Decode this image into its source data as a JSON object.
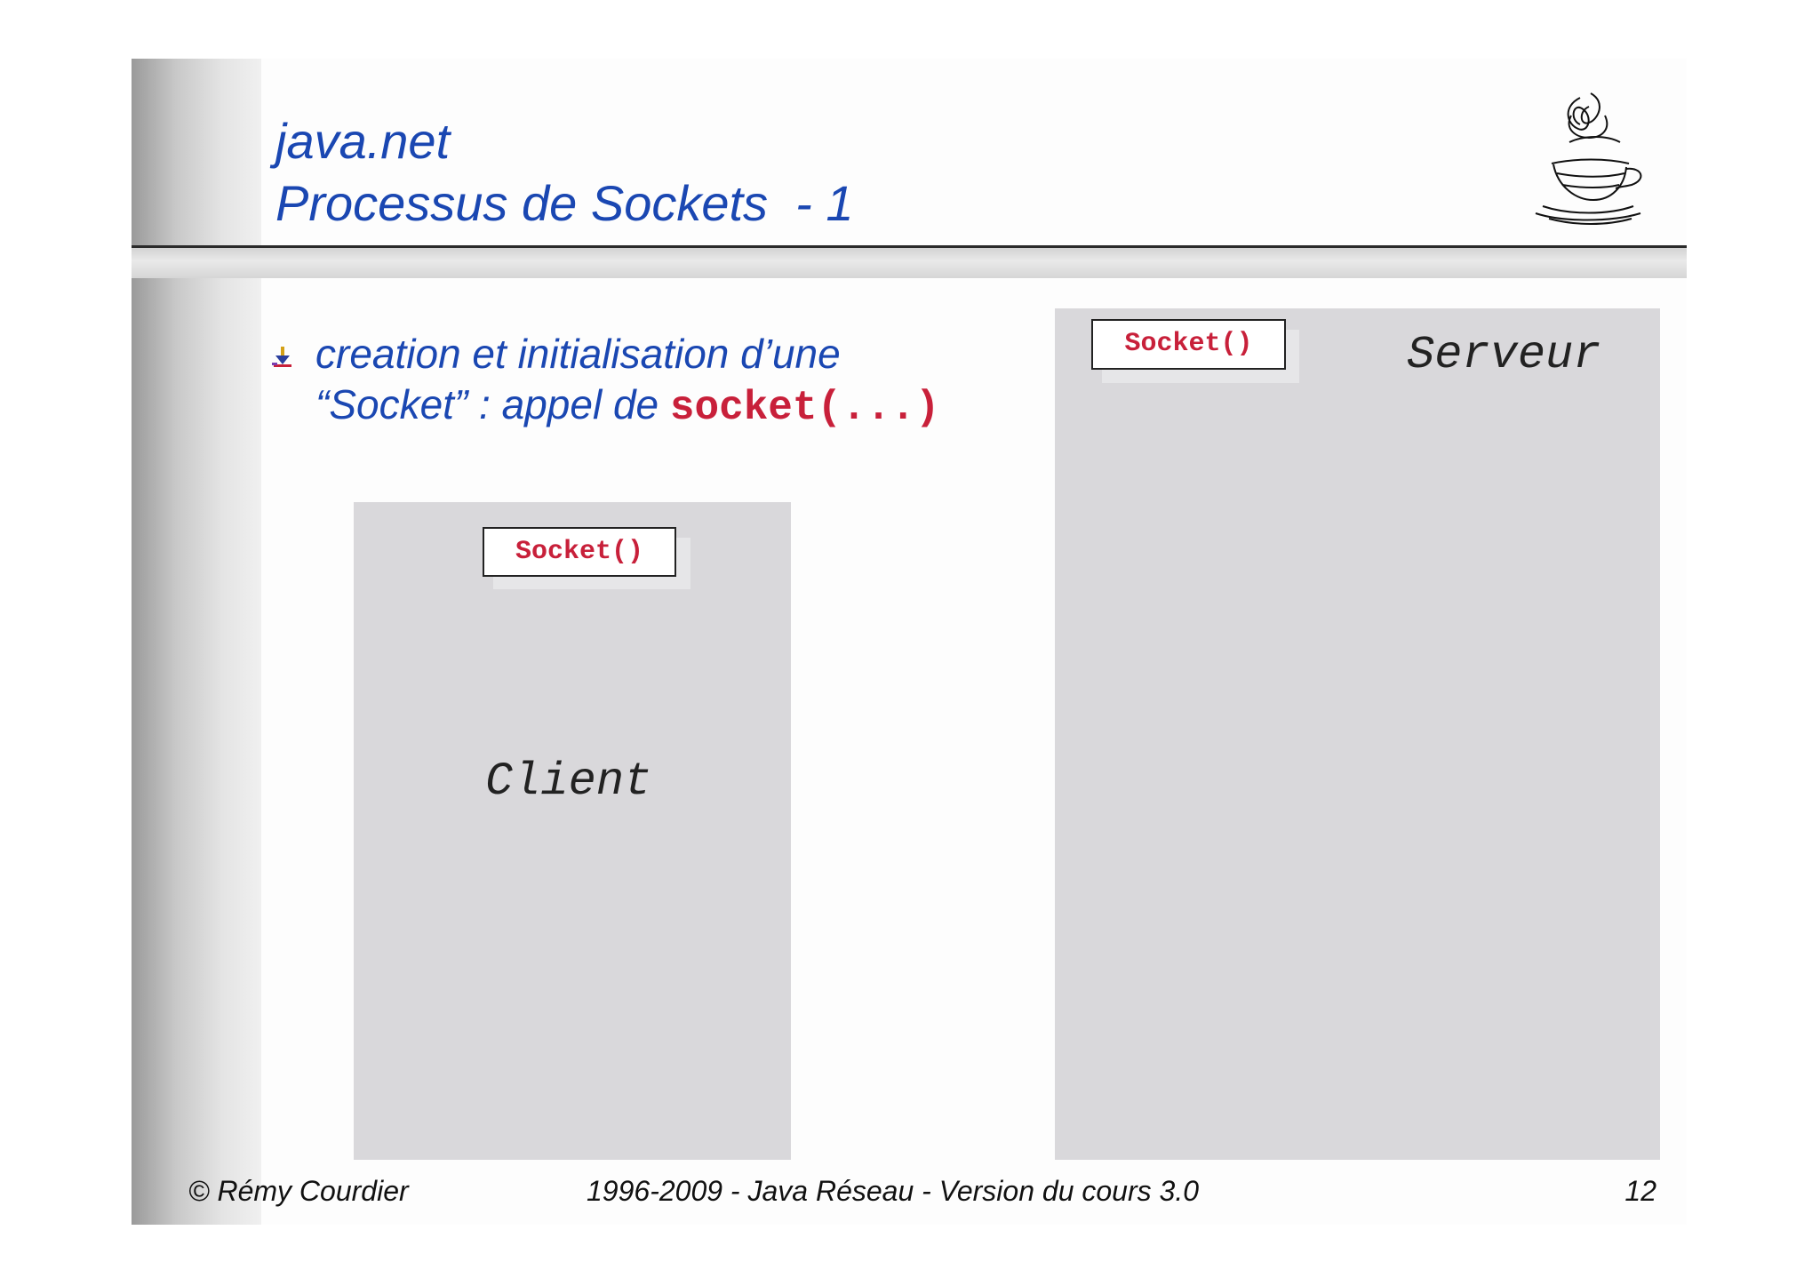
{
  "title": {
    "line1": "java.net",
    "line2": "Processus de Sockets  - 1"
  },
  "logo": {
    "icon": "java-coffee-cup-icon"
  },
  "bullet": {
    "icon": "bullet-arrow-icon",
    "line1": "creation et initialisation d’une",
    "line2_prefix": "“Socket” : appel de ",
    "line2_code": "socket(...)"
  },
  "client_panel": {
    "socket_label": "Socket()",
    "name": "Client"
  },
  "server_panel": {
    "socket_label": "Socket()",
    "name": "Serveur"
  },
  "footer": {
    "author": "© Rémy Courdier",
    "course": "1996-2009 - Java Réseau - Version du cours 3.0",
    "page_number": "12"
  },
  "colors": {
    "title_blue": "#1a47b2",
    "code_red": "#c8203a",
    "panel_gray": "#d9d8db"
  }
}
